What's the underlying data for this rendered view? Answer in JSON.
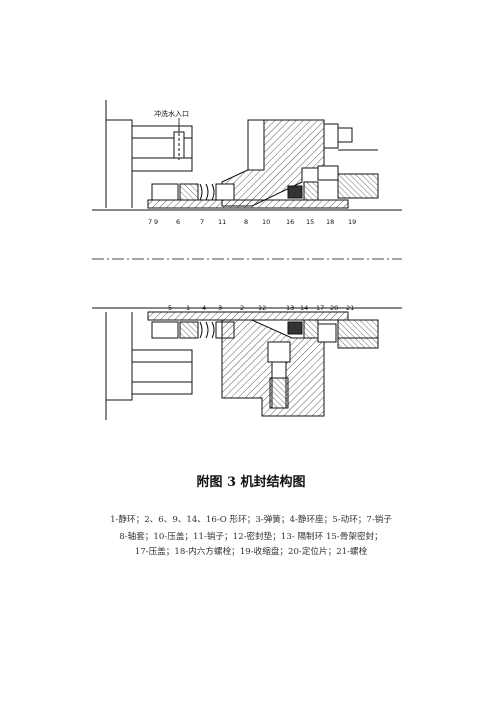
{
  "figure": {
    "inlet_label": "冲洗水入口",
    "upper_labels": [
      "7",
      "9",
      "6",
      "7",
      "11",
      "8",
      "10",
      "16",
      "15",
      "18",
      "19"
    ],
    "lower_labels": [
      "5",
      "1",
      "4",
      "3",
      "2",
      "12",
      "13",
      "14",
      "17",
      "20",
      "21"
    ]
  },
  "caption": {
    "title": "附图 3 机封结构图",
    "line1": "1-静环；2、6、9、14、16-O 形环；3-弹簧；4-静环座；5-动环；7-销子",
    "line2": "8-轴套；10-压盖；11-销子；12-密封垫；13- 隔制环 15-骨架密封；",
    "line3": "17-压盖；18-内六方螺栓；19-收缩盘；20-定位片；21-螺栓"
  }
}
